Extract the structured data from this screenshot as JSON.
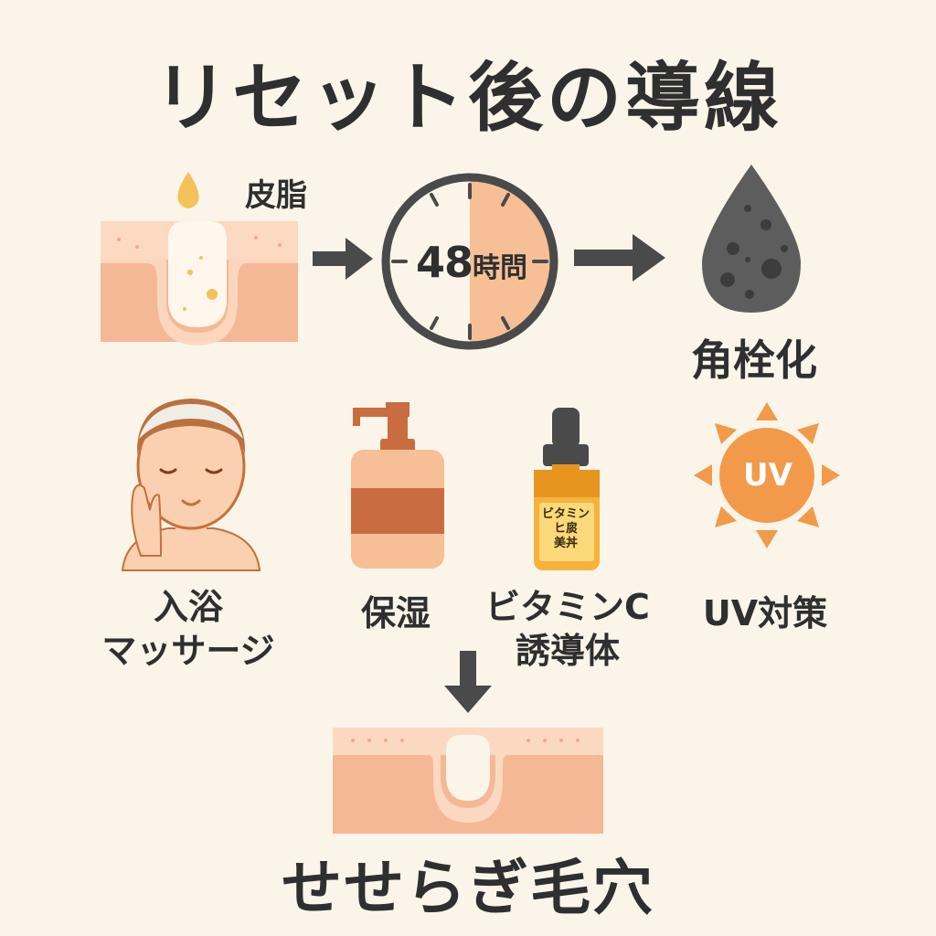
{
  "title": "リセット後の導線",
  "labels": {
    "sebum": "皮脂",
    "clock_number": "48",
    "clock_unit": "時問",
    "keratin_plug": "角栓化",
    "bath_line1": "入浴",
    "bath_line2": "マッサージ",
    "moisturize": "保湿",
    "vitc_line1": "ビタミンC",
    "vitc_line2": "誘導体",
    "uv_care": "UV対策",
    "result": "せせらぎ毛穴"
  },
  "bottle_label": {
    "line1": "ビタミン",
    "line2": "ヒ扊",
    "line3": "美丼"
  },
  "sun_text": "UV",
  "clock_progress": 0.5,
  "colors": {
    "background": "#fbf5e9",
    "skin": "#f5b896",
    "skin_light": "#fbd9c1",
    "dark": "#4a4a4a",
    "orange": "#f29a4a",
    "bottle_brown": "#c96c3f",
    "serum": "#f5b23d"
  }
}
